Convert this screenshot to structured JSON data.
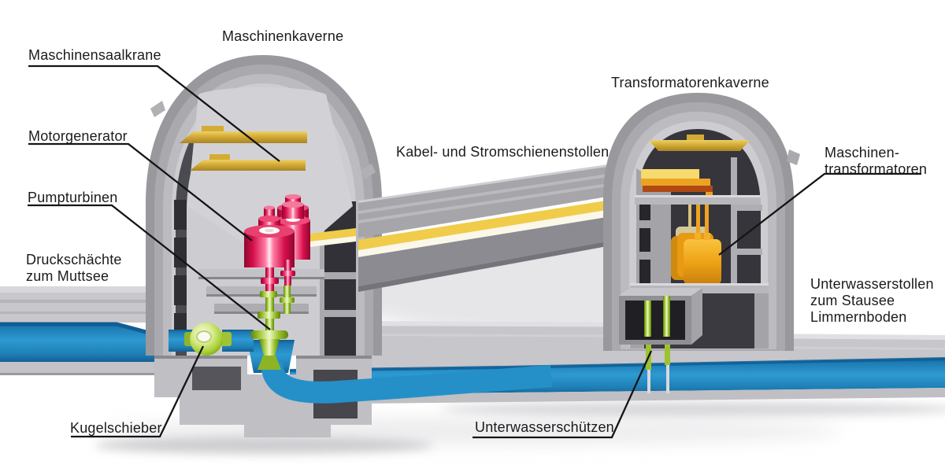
{
  "labels": {
    "maschinenkaverne": {
      "text": "Maschinenkaverne"
    },
    "maschinensaalkrane": {
      "text": "Maschinensaalkrane"
    },
    "motorgenerator": {
      "text": "Motorgenerator"
    },
    "pumpturbinen": {
      "text": "Pumpturbinen"
    },
    "druckschaechte": {
      "lines": [
        "Druckschächte",
        "zum Muttsee"
      ]
    },
    "kugelschieber": {
      "text": "Kugelschieber"
    },
    "kabel_stromschienenstollen": {
      "text": "Kabel- und Stromschienenstollen"
    },
    "transformatorenkaverne": {
      "text": "Transformatorenkaverne"
    },
    "maschinentransformatoren": {
      "lines": [
        "Maschinen-",
        "transformatoren"
      ]
    },
    "unterwasserstollen": {
      "lines": [
        "Unterwasserstollen",
        "zum Stausee",
        "Limmernboden"
      ]
    },
    "unterwasserschuetzen": {
      "text": "Unterwasserschützen"
    }
  },
  "colors": {
    "background": "#ffffff",
    "label_text": "#1b1b1d",
    "leader_line": "#141414",
    "water_blue": "#2e9ad2",
    "machine_red": "#e41254",
    "turbine_green": "#a8d02e",
    "crane_gold": "#d4ab33",
    "cable_yellow": "#f0cc4a",
    "transformer_amber": "#f0a61c",
    "concrete_light": "#cdcdd1",
    "concrete_mid": "#a9a9ae",
    "concrete_dark": "#8f8f94",
    "cavity_dark": "#3a3a40"
  }
}
